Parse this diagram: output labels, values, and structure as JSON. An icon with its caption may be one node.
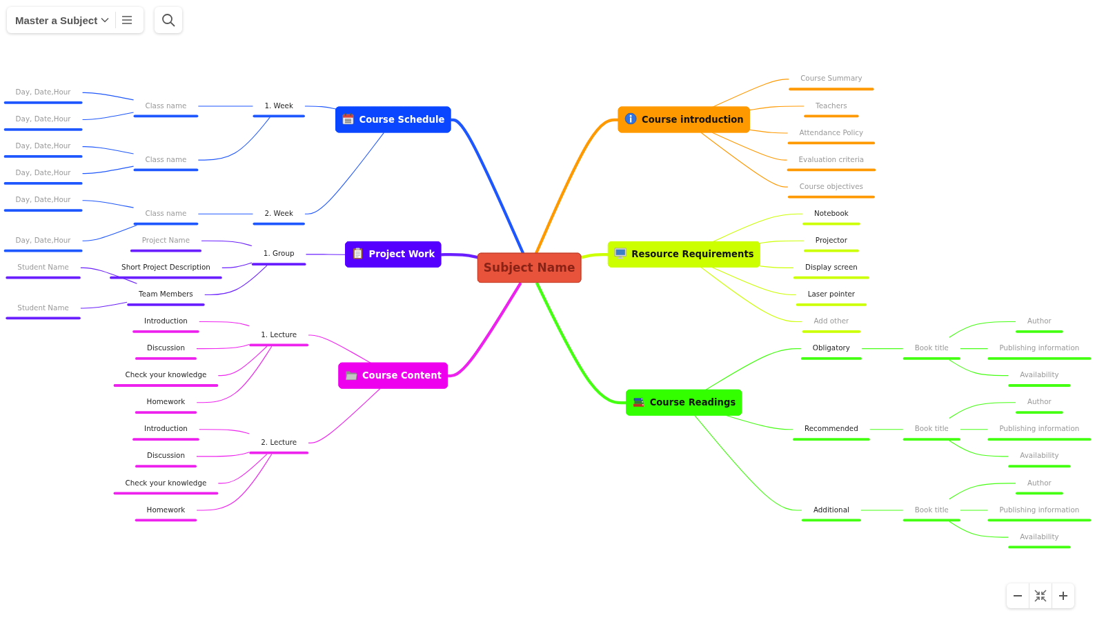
{
  "diagram": {
    "title": "Master a Subject",
    "nodes": [
      {
        "text": [
          "Subject Name"
        ]
      },
      {
        "text": [
          "Course Schedule"
        ]
      },
      {
        "text": [
          "1. Week"
        ]
      },
      {
        "text": [
          "Class name"
        ]
      },
      {
        "text": [
          "Day, Date,Hour"
        ]
      },
      {
        "text": [
          "Day, Date,Hour"
        ]
      },
      {
        "text": [
          "Class name"
        ]
      },
      {
        "text": [
          "Day, Date,Hour"
        ]
      },
      {
        "text": [
          "Day, Date,Hour"
        ]
      },
      {
        "text": [
          "2. Week"
        ]
      },
      {
        "text": [
          "Class name"
        ]
      },
      {
        "text": [
          "Day, Date,Hour"
        ]
      },
      {
        "text": [
          "Day, Date,Hour"
        ]
      },
      {
        "text": [
          "Project Work"
        ]
      },
      {
        "text": [
          "1. Group"
        ]
      },
      {
        "text": [
          "Project Name"
        ]
      },
      {
        "text": [
          "Short Project Description"
        ]
      },
      {
        "text": [
          "Team Members"
        ]
      },
      {
        "text": [
          "Student Name"
        ]
      },
      {
        "text": [
          "Student Name"
        ]
      },
      {
        "text": [
          "Course Content"
        ]
      },
      {
        "text": [
          "1. Lecture"
        ]
      },
      {
        "text": [
          "Introduction"
        ]
      },
      {
        "text": [
          "Discussion"
        ]
      },
      {
        "text": [
          "Check your knowledge"
        ]
      },
      {
        "text": [
          "Homework"
        ]
      },
      {
        "text": [
          "2. Lecture"
        ]
      },
      {
        "text": [
          "Introduction"
        ]
      },
      {
        "text": [
          "Discussion"
        ]
      },
      {
        "text": [
          "Check your knowledge"
        ]
      },
      {
        "text": [
          "Homework"
        ]
      },
      {
        "text": [
          "Course introduction"
        ]
      },
      {
        "text": [
          "Course Summary"
        ]
      },
      {
        "text": [
          "Teachers"
        ]
      },
      {
        "text": [
          "Attendance Policy"
        ]
      },
      {
        "text": [
          "Evaluation criteria"
        ]
      },
      {
        "text": [
          "Course objectives"
        ]
      },
      {
        "text": [
          "Resource Requirements"
        ]
      },
      {
        "text": [
          "Notebook"
        ]
      },
      {
        "text": [
          "Projector"
        ]
      },
      {
        "text": [
          "Display screen"
        ]
      },
      {
        "text": [
          "Laser pointer"
        ]
      },
      {
        "text": [
          "Add other"
        ]
      },
      {
        "text": [
          "Course Readings"
        ]
      },
      {
        "text": [
          "Obligatory"
        ]
      },
      {
        "text": [
          "Book title"
        ]
      },
      {
        "text": [
          "Author"
        ]
      },
      {
        "text": [
          "Publishing information"
        ]
      },
      {
        "text": [
          "Availability"
        ]
      },
      {
        "text": [
          "Recommended"
        ]
      },
      {
        "text": [
          "Book title"
        ]
      },
      {
        "text": [
          "Author"
        ]
      },
      {
        "text": [
          "Publishing information"
        ]
      },
      {
        "text": [
          "Availability"
        ]
      },
      {
        "text": [
          "Additional"
        ]
      },
      {
        "text": [
          "Book title"
        ]
      },
      {
        "text": [
          "Author"
        ]
      },
      {
        "text": [
          "Publishing information"
        ]
      },
      {
        "text": [
          "Availability"
        ]
      }
    ],
    "edges": [
      {
        "from": 1,
        "to": 0,
        "arrow": "none",
        "style": "thick",
        "color": "#1f57ff"
      },
      {
        "from": 2,
        "to": 1,
        "arrow": "none",
        "color": "#1f57ff"
      },
      {
        "from": 3,
        "to": 2,
        "arrow": "none",
        "color": "#1f57ff"
      },
      {
        "from": 4,
        "to": 3,
        "arrow": "none",
        "color": "#1f57ff"
      },
      {
        "from": 5,
        "to": 3,
        "arrow": "none",
        "color": "#1f57ff"
      },
      {
        "from": 6,
        "to": 2,
        "arrow": "none",
        "color": "#1f57ff"
      },
      {
        "from": 7,
        "to": 6,
        "arrow": "none",
        "color": "#1f57ff"
      },
      {
        "from": 8,
        "to": 6,
        "arrow": "none",
        "color": "#1f57ff"
      },
      {
        "from": 9,
        "to": 1,
        "arrow": "none",
        "color": "#1f57ff"
      },
      {
        "from": 10,
        "to": 9,
        "arrow": "none",
        "color": "#1f57ff"
      },
      {
        "from": 11,
        "to": 10,
        "arrow": "none",
        "color": "#1f57ff"
      },
      {
        "from": 12,
        "to": 10,
        "arrow": "none",
        "color": "#1f57ff"
      },
      {
        "from": 13,
        "to": 0,
        "arrow": "none",
        "style": "thick",
        "color": "#6a1fff"
      },
      {
        "from": 14,
        "to": 13,
        "arrow": "none",
        "color": "#6a1fff"
      },
      {
        "from": 15,
        "to": 14,
        "arrow": "none",
        "color": "#6a1fff"
      },
      {
        "from": 16,
        "to": 14,
        "arrow": "none",
        "color": "#6a1fff"
      },
      {
        "from": 17,
        "to": 14,
        "arrow": "none",
        "color": "#6a1fff"
      },
      {
        "from": 18,
        "to": 17,
        "arrow": "none",
        "color": "#6a1fff"
      },
      {
        "from": 19,
        "to": 17,
        "arrow": "none",
        "color": "#6a1fff"
      },
      {
        "from": 20,
        "to": 0,
        "arrow": "none",
        "style": "thick",
        "color": "#ee22ee"
      },
      {
        "from": 21,
        "to": 20,
        "arrow": "none",
        "color": "#ee22ee"
      },
      {
        "from": 22,
        "to": 21,
        "arrow": "none",
        "color": "#ee22ee"
      },
      {
        "from": 23,
        "to": 21,
        "arrow": "none",
        "color": "#ee22ee"
      },
      {
        "from": 24,
        "to": 21,
        "arrow": "none",
        "color": "#ee22ee"
      },
      {
        "from": 25,
        "to": 21,
        "arrow": "none",
        "color": "#ee22ee"
      },
      {
        "from": 26,
        "to": 20,
        "arrow": "none",
        "color": "#ee22ee"
      },
      {
        "from": 27,
        "to": 26,
        "arrow": "none",
        "color": "#ee22ee"
      },
      {
        "from": 28,
        "to": 26,
        "arrow": "none",
        "color": "#ee22ee"
      },
      {
        "from": 29,
        "to": 26,
        "arrow": "none",
        "color": "#ee22ee"
      },
      {
        "from": 30,
        "to": 26,
        "arrow": "none",
        "color": "#ee22ee"
      },
      {
        "from": 0,
        "to": 31,
        "arrow": "none",
        "style": "thick",
        "color": "#ff9900"
      },
      {
        "from": 31,
        "to": 32,
        "arrow": "none",
        "color": "#ff9900"
      },
      {
        "from": 31,
        "to": 33,
        "arrow": "none",
        "color": "#ff9900"
      },
      {
        "from": 31,
        "to": 34,
        "arrow": "none",
        "color": "#ff9900"
      },
      {
        "from": 31,
        "to": 35,
        "arrow": "none",
        "color": "#ff9900"
      },
      {
        "from": 31,
        "to": 36,
        "arrow": "none",
        "color": "#ff9900"
      },
      {
        "from": 0,
        "to": 37,
        "arrow": "none",
        "style": "thick",
        "color": "#ccff00"
      },
      {
        "from": 37,
        "to": 38,
        "arrow": "none",
        "color": "#ccff00"
      },
      {
        "from": 37,
        "to": 39,
        "arrow": "none",
        "color": "#ccff00"
      },
      {
        "from": 37,
        "to": 40,
        "arrow": "none",
        "color": "#ccff00"
      },
      {
        "from": 37,
        "to": 41,
        "arrow": "none",
        "color": "#ccff00"
      },
      {
        "from": 37,
        "to": 42,
        "arrow": "none",
        "color": "#ccff00"
      },
      {
        "from": 0,
        "to": 43,
        "arrow": "none",
        "style": "thick",
        "color": "#44ff11"
      },
      {
        "from": 43,
        "to": 44,
        "arrow": "none",
        "color": "#44ff11"
      },
      {
        "from": 44,
        "to": 45,
        "arrow": "none",
        "color": "#44ff11"
      },
      {
        "from": 45,
        "to": 46,
        "arrow": "none",
        "color": "#44ff11"
      },
      {
        "from": 45,
        "to": 47,
        "arrow": "none",
        "color": "#44ff11"
      },
      {
        "from": 45,
        "to": 48,
        "arrow": "none",
        "color": "#44ff11"
      },
      {
        "from": 43,
        "to": 49,
        "arrow": "none",
        "color": "#44ff11"
      },
      {
        "from": 49,
        "to": 50,
        "arrow": "none",
        "color": "#44ff11"
      },
      {
        "from": 50,
        "to": 51,
        "arrow": "none",
        "color": "#44ff11"
      },
      {
        "from": 50,
        "to": 52,
        "arrow": "none",
        "color": "#44ff11"
      },
      {
        "from": 50,
        "to": 53,
        "arrow": "none",
        "color": "#44ff11"
      },
      {
        "from": 43,
        "to": 54,
        "arrow": "none",
        "color": "#44ff11"
      },
      {
        "from": 54,
        "to": 55,
        "arrow": "none",
        "color": "#44ff11"
      },
      {
        "from": 55,
        "to": 56,
        "arrow": "none",
        "color": "#44ff11"
      },
      {
        "from": 55,
        "to": 57,
        "arrow": "none",
        "color": "#44ff11"
      },
      {
        "from": 55,
        "to": 58,
        "arrow": "none",
        "color": "#44ff11"
      }
    ]
  }
}
